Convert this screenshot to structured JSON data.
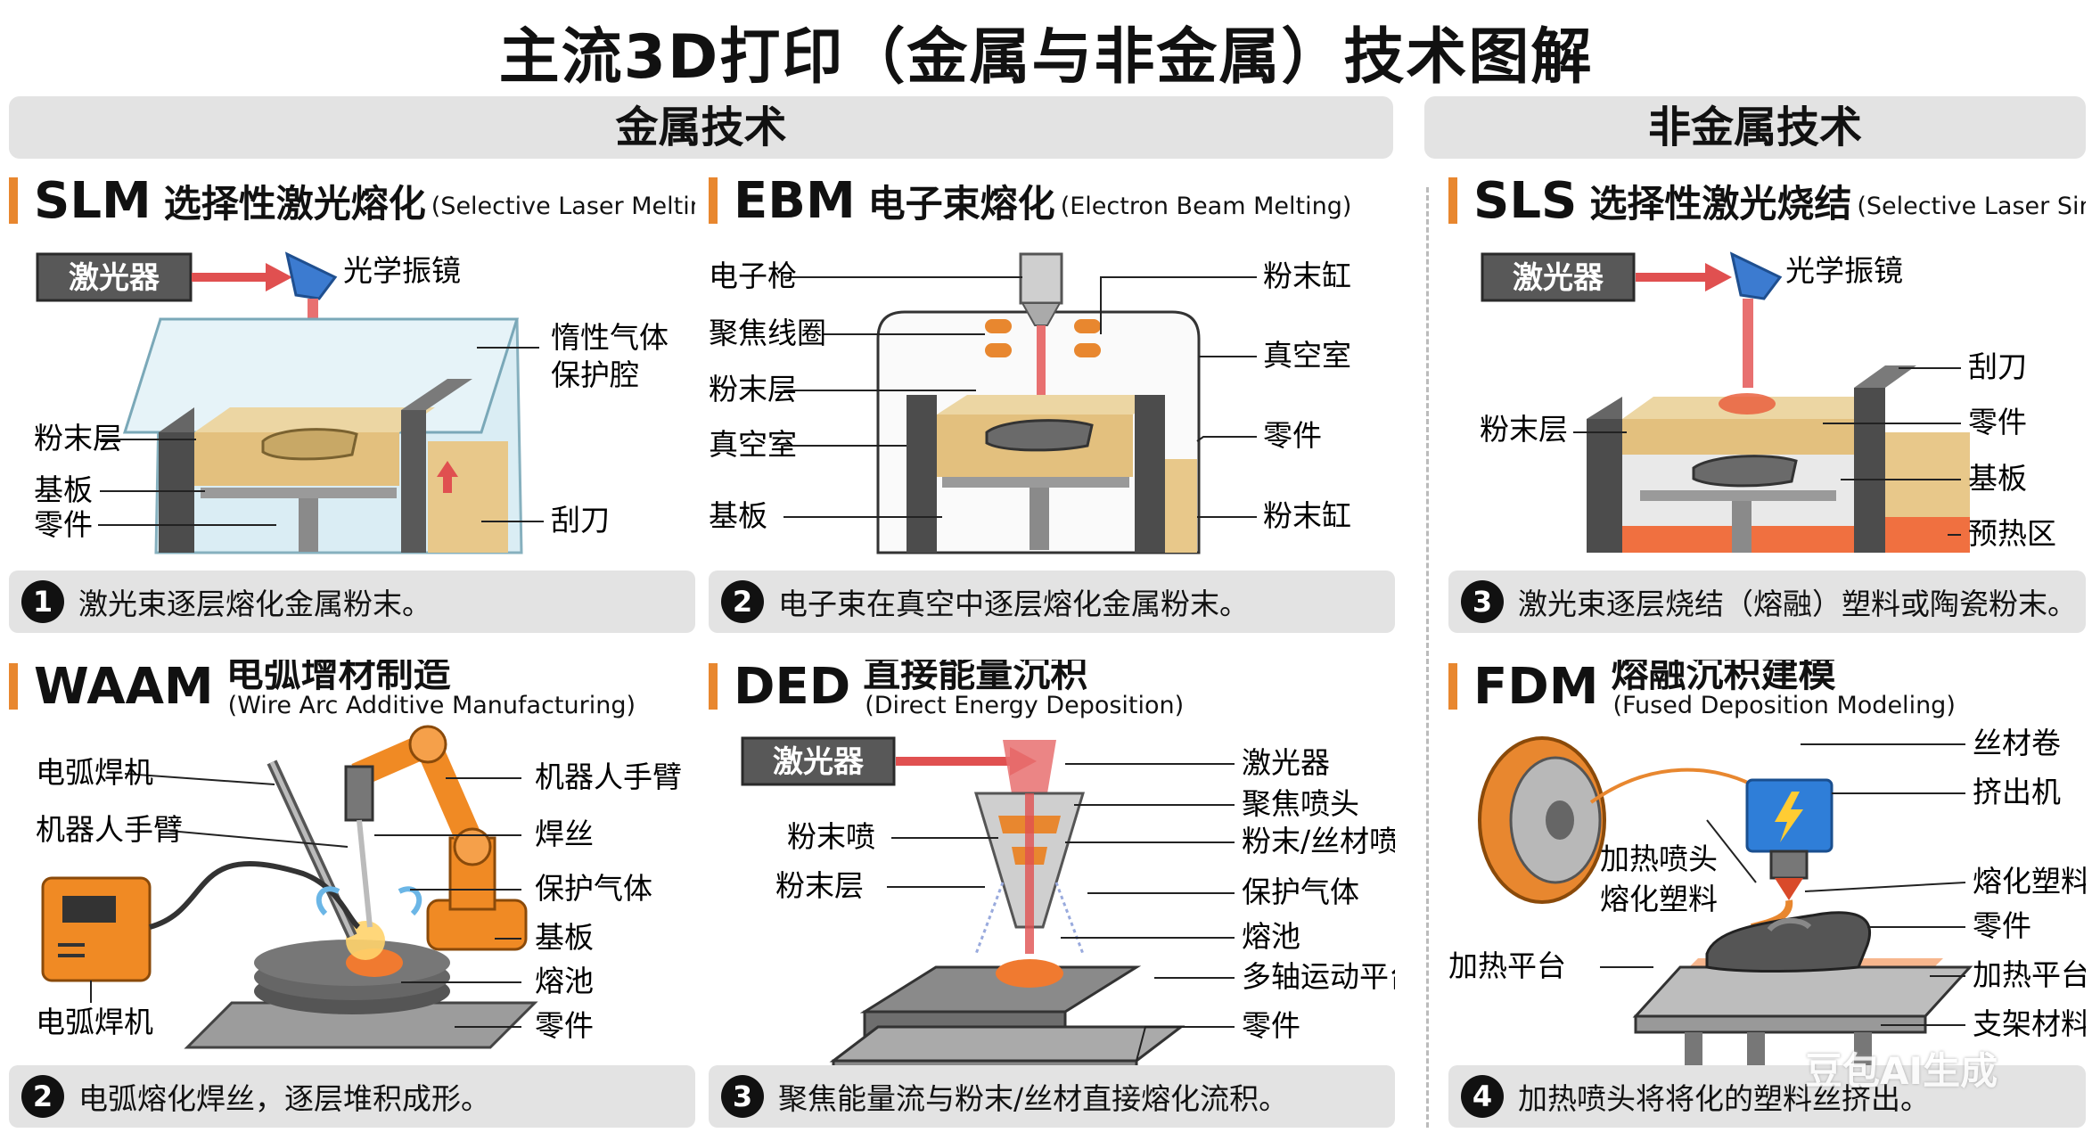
{
  "title": "主流3D打印（金属与非金属）技术图解",
  "sections": {
    "metal": "金属技术",
    "nonmetal": "非金属技术"
  },
  "panels": {
    "slm": {
      "abbr": "SLM",
      "name": "选择性激光熔化",
      "en": "(Selective Laser Melting)",
      "tag": "激光器",
      "labels": {
        "galvo": "光学振镜",
        "inert1": "惰性气体",
        "inert2": "保护腔",
        "powder": "粉末层",
        "plate": "基板",
        "part": "零件",
        "blade": "刮刀"
      },
      "num": "1",
      "caption": "激光束逐层熔化金属粉末。"
    },
    "ebm": {
      "abbr": "EBM",
      "name": "电子束熔化",
      "en": "(Electron Beam Melting)",
      "labels": {
        "gun": "电子枪",
        "coil": "聚焦线圈",
        "powder": "粉末层",
        "vacuum_l": "真空室",
        "plate": "基板",
        "tank_top": "粉末缸",
        "vacuum_r": "真空室",
        "part": "零件",
        "tank_bottom": "粉末缸"
      },
      "num": "2",
      "caption": "电子束在真空中逐层熔化金属粉末。"
    },
    "sls": {
      "abbr": "SLS",
      "name": "选择性激光烧结",
      "en": "(Selective Laser Sintering)",
      "tag": "激光器",
      "labels": {
        "galvo": "光学振镜",
        "powder": "粉末层",
        "blade": "刮刀",
        "part": "零件",
        "plate": "基板",
        "preheat": "预热区"
      },
      "num": "3",
      "caption": "激光束逐层烧结（熔融）塑料或陶瓷粉末。"
    },
    "waam": {
      "abbr": "WAAM",
      "name": "电弧增材制造",
      "en": "(Wire Arc Additive Manufacturing)",
      "labels": {
        "torch": "电弧焊机",
        "arm_l": "机器人手臂",
        "welder": "电弧焊机",
        "arm_r": "机器人手臂",
        "wire": "焊丝",
        "gas": "保护气体",
        "plate": "基板",
        "pool": "熔池",
        "part": "零件"
      },
      "num": "2",
      "caption": "电弧熔化焊丝，逐层堆积成形。"
    },
    "ded": {
      "abbr": "DED",
      "name": "直接能量沉积",
      "en": "(Direct Energy Deposition)",
      "tag": "激光器",
      "labels": {
        "laser": "激光器",
        "nozzle": "聚焦喷头",
        "feed": "粉末/丝材喷嘴",
        "gas": "保护气体",
        "pool": "熔池",
        "stage": "多轴运动平台",
        "part": "零件",
        "spray": "粉末喷",
        "powder": "粉末层"
      },
      "num": "3",
      "caption": "聚焦能量流与粉末/丝材直接熔化流积。"
    },
    "fdm": {
      "abbr": "FDM",
      "name": "熔融沉积建模",
      "en": "(Fused Deposition Modeling)",
      "labels": {
        "spool": "丝材卷",
        "extruder": "挤出机",
        "hot_nozzle": "加热喷头",
        "melt_l": "熔化塑料",
        "melt_r": "熔化塑料",
        "part": "零件",
        "bed_l": "加热平台",
        "bed_r": "加热平台",
        "support": "支架材料"
      },
      "num": "4",
      "caption": "加热喷头将将化的塑料丝挤出。"
    }
  },
  "watermark": "豆包AI生成",
  "colors": {
    "accent": "#e8872f",
    "laser": "#e05050",
    "powder": "#e8c88a",
    "metal": "#6e6e6e",
    "robot": "#f08a24",
    "frame": "#333333"
  }
}
